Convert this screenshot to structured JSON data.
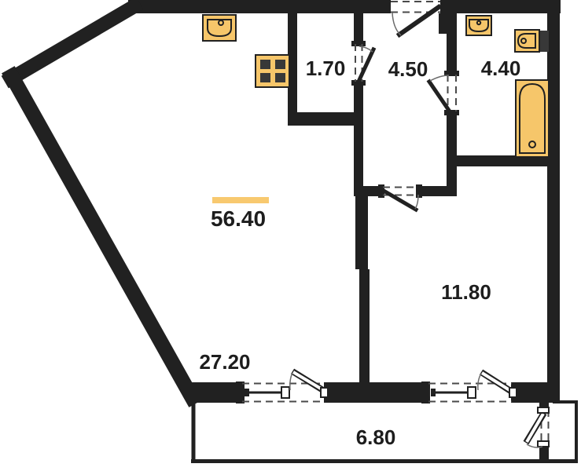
{
  "plan": {
    "total_area": "56.40",
    "rooms": [
      {
        "id": "storage",
        "area": "1.70"
      },
      {
        "id": "hallway",
        "area": "4.50"
      },
      {
        "id": "bathroom",
        "area": "4.40",
        "fixtures": [
          "sink-icon",
          "toilet-icon",
          "bathtub-icon"
        ]
      },
      {
        "id": "living-kitchen",
        "area": "27.20",
        "fixtures": [
          "sink-icon",
          "stove-icon"
        ]
      },
      {
        "id": "room",
        "area": "11.80"
      },
      {
        "id": "balcony",
        "area": "6.80"
      }
    ]
  },
  "colors": {
    "wall": "#212121",
    "dash": "#4a4a4a",
    "arc": "#6a6a6a",
    "fixture": "#f6c66a",
    "fixtureDark": "#383838",
    "accentBar": "#f8c96f",
    "background": "#ffffff"
  }
}
